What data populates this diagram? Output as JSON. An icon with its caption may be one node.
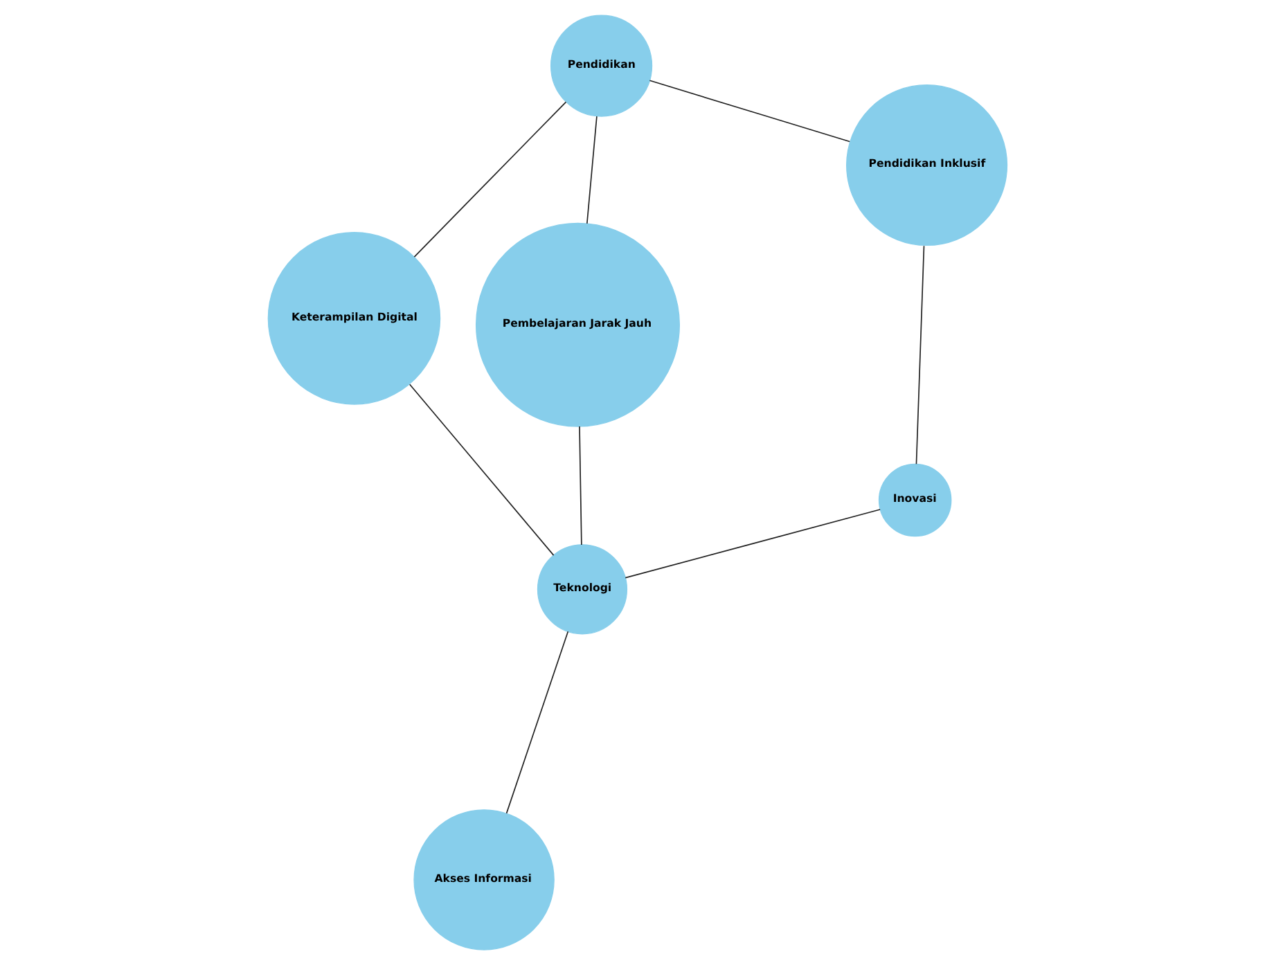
{
  "diagram": {
    "nodes": [
      {
        "text": [
          "Akses Informasi"
        ]
      },
      {
        "text": [
          "Inovasi"
        ]
      },
      {
        "text": [
          "Teknologi"
        ]
      },
      {
        "text": [
          "Pendidikan Inklusif"
        ]
      },
      {
        "text": [
          "Pembelajaran Jarak Jauh"
        ]
      },
      {
        "text": [
          "Keterampilan Digital"
        ]
      },
      {
        "text": [
          "Pendidikan"
        ]
      }
    ],
    "edges": [
      {
        "from": 2,
        "to": 0,
        "arrow": "none"
      },
      {
        "from": 1,
        "to": 2,
        "arrow": "none"
      },
      {
        "from": 1,
        "to": 3,
        "arrow": "none"
      },
      {
        "from": 2,
        "to": 4,
        "arrow": "none"
      },
      {
        "from": 2,
        "to": 5,
        "arrow": "none"
      },
      {
        "from": 3,
        "to": 6,
        "arrow": "none"
      },
      {
        "from": 4,
        "to": 6,
        "arrow": "none"
      },
      {
        "from": 6,
        "to": 5,
        "arrow": "none"
      }
    ]
  }
}
